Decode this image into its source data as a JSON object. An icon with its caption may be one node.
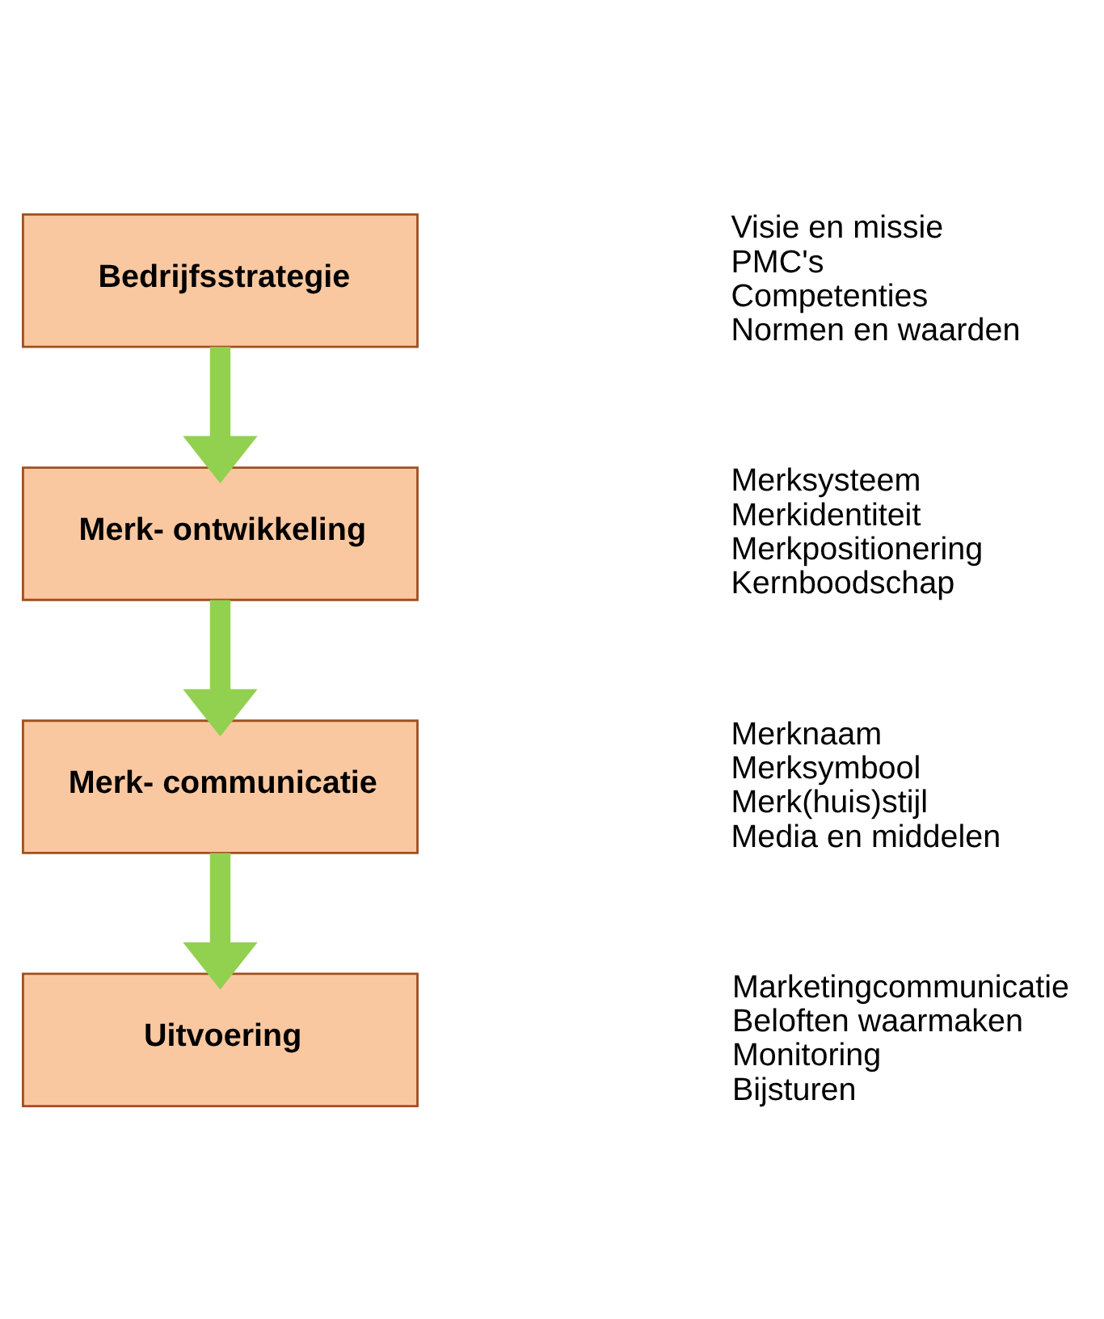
{
  "diagram": {
    "nodes": [
      {
        "text": [
          "Bedrijfsstrategie"
        ],
        "beside": [
          "Visie en missie",
          "PMC's",
          "Competenties",
          "Normen en waarden"
        ]
      },
      {
        "text": [
          "Merk- ontwikkeling"
        ],
        "beside": [
          "Merksysteem",
          "Merkidentiteit",
          "Merkpositionering",
          "Kernboodschap"
        ]
      },
      {
        "text": [
          "Merk- communicatie"
        ],
        "beside": [
          "Merknaam",
          "Merksymbool",
          "Merk(huis)stijl",
          "Media en middelen"
        ]
      },
      {
        "text": [
          "Uitvoering"
        ],
        "beside": [
          "Marketingcommunicatie",
          "Beloften waarmaken",
          "Monitoring",
          "Bijsturen"
        ]
      }
    ],
    "edges": [
      {
        "from": 0,
        "to": 1,
        "arrow": "to",
        "color": "#92d050"
      },
      {
        "from": 1,
        "to": 2,
        "arrow": "to",
        "color": "#92d050"
      },
      {
        "from": 2,
        "to": 3,
        "arrow": "to",
        "color": "#92d050"
      }
    ]
  }
}
